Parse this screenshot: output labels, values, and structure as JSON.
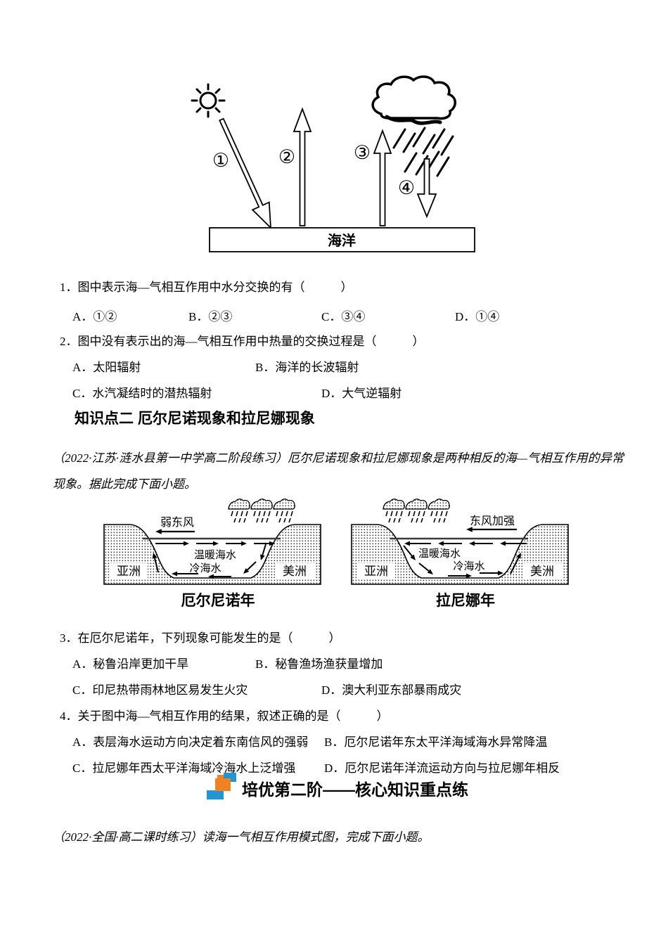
{
  "figure1": {
    "label1": "①",
    "label2": "②",
    "label3": "③",
    "label4": "④",
    "ocean_label": "海洋"
  },
  "questions": [
    {
      "stem": "1．图中表示海—气相互作用中水分交换的有（　　　）",
      "options": [
        "A．①②",
        "B．②③",
        "C．③④",
        "D．①④"
      ]
    },
    {
      "stem": "2．图中没有表示出的海—气相互作用中热量的交换过程是（　　　）",
      "options": [
        "A．太阳辐射",
        "B．海洋的长波辐射",
        "C．水汽凝结时的潜热辐射",
        "D．大气逆辐射"
      ]
    },
    {
      "stem": "3．在厄尔尼诺年，下列现象可能发生的是（　　　）",
      "options": [
        "A．秘鲁沿岸更加干旱",
        "B．秘鲁渔场渔获量增加",
        "C．印尼热带雨林地区易发生火灾",
        "D．澳大利亚东部暴雨成灾"
      ]
    },
    {
      "stem": "4．关于图中海—气相互作用的结果，叙述正确的是（　　　）",
      "options": [
        "A．表层海水运动方向决定着东南信风的强弱",
        "B．厄尔尼诺年东太平洋海域海水异常降温",
        "C．拉尼娜年西太平洋海域冷海水上泛增强",
        "D．厄尔尼诺年洋流运动方向与拉尼娜年相反"
      ]
    }
  ],
  "section": {
    "header": "知识点二 厄尔尼诺现象和拉尼娜现象"
  },
  "paragraphs": {
    "intro": "（2022·江苏·涟水县第一中学高二阶段练习）厄尔尼诺现象和拉尼娜现象是两种相反的海—气相互作用的异常现象。据此完成下面小题。",
    "closing": "（2022·全国·高二课时练习）读海一气相互作用模式图，完成下面小题。"
  },
  "figure2": {
    "left": {
      "wind": "弱东风",
      "warm": "温暖海水",
      "cold": "冷海水",
      "land_left": "亚洲",
      "land_right": "美洲",
      "caption": "厄尔尼诺年"
    },
    "right": {
      "wind": "东风加强",
      "warm": "温暖海水",
      "cold": "冷海水",
      "land_left": "亚洲",
      "land_right": "美洲",
      "caption": "拉尼娜年"
    }
  },
  "banner": {
    "title": "培优第二阶——核心知识重点练",
    "icon_colors": {
      "blue": "#2196d3",
      "orange": "#f08221"
    }
  }
}
